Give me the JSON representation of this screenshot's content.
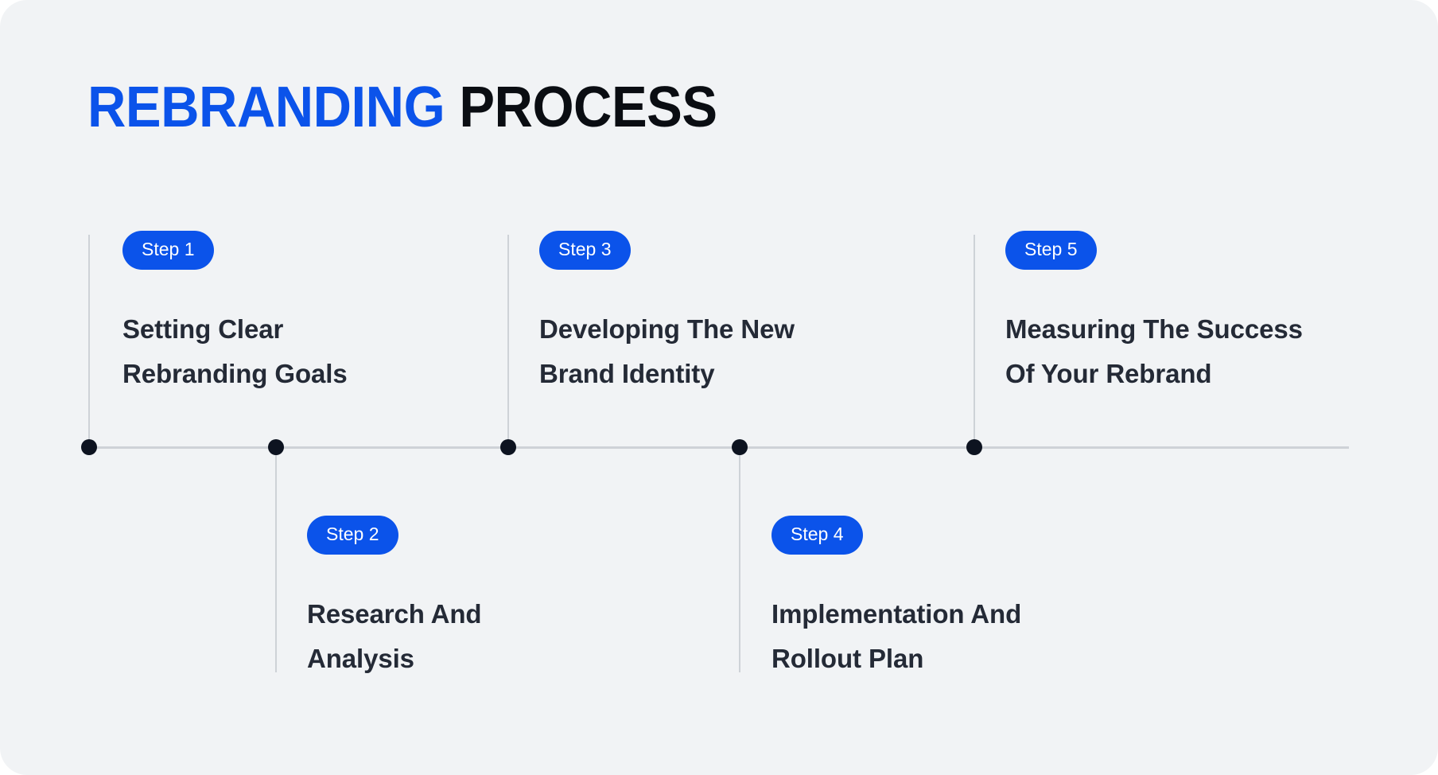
{
  "page": {
    "background_color": "#ffffff",
    "card_color": "#f1f3f5",
    "accent_color": "#0b53ea",
    "text_color": "#242a36",
    "line_color": "#ced2d7",
    "dot_color": "#0d1320"
  },
  "header": {
    "title_accent": "REBRANDING",
    "title_plain": "PROCESS"
  },
  "timeline": {
    "steps": [
      {
        "badge": "Step 1",
        "title_line1": "Setting Clear",
        "title_line2": "Rebranding Goals",
        "position": "above"
      },
      {
        "badge": "Step 2",
        "title_line1": "Research And",
        "title_line2": "Analysis",
        "position": "below"
      },
      {
        "badge": "Step 3",
        "title_line1": "Developing The New",
        "title_line2": "Brand Identity",
        "position": "above"
      },
      {
        "badge": "Step 4",
        "title_line1": "Implementation And",
        "title_line2": "Rollout Plan",
        "position": "below"
      },
      {
        "badge": "Step 5",
        "title_line1": "Measuring The Success",
        "title_line2": "Of Your Rebrand",
        "position": "above"
      }
    ]
  }
}
